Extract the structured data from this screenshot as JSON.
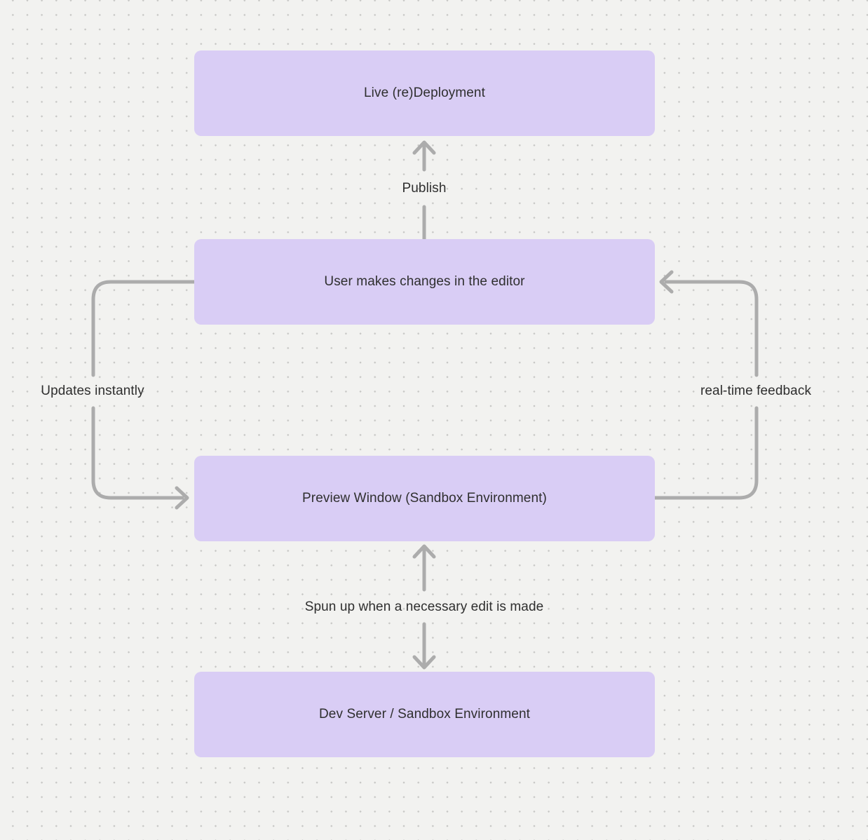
{
  "diagram": {
    "background": {
      "color": "#f2f2f0",
      "dot_color": "#c7c7c5"
    },
    "colors": {
      "node_fill": "#d9cdf5",
      "node_text": "#2f2f2f",
      "arrow": "#acacac",
      "label_text": "#2f2f2f"
    },
    "nodes": [
      {
        "id": "live-redeployment",
        "label": "Live (re)Deployment"
      },
      {
        "id": "user-editor-changes",
        "label": "User makes changes in the editor"
      },
      {
        "id": "preview-window",
        "label": "Preview Window (Sandbox Environment)"
      },
      {
        "id": "dev-server",
        "label": "Dev Server / Sandbox Environment"
      }
    ],
    "edges": [
      {
        "id": "publish",
        "label": "Publish",
        "from": "user-editor-changes",
        "to": "live-redeployment",
        "direction": "up"
      },
      {
        "id": "updates-instantly",
        "label": "Updates instantly",
        "from": "user-editor-changes",
        "to": "preview-window",
        "side": "left"
      },
      {
        "id": "real-time-feedback",
        "label": "real-time feedback",
        "from": "preview-window",
        "to": "user-editor-changes",
        "side": "right"
      },
      {
        "id": "spun-up",
        "label": "Spun up when a necessary edit is made",
        "from": "preview-window",
        "to": "dev-server",
        "direction": "both"
      }
    ]
  }
}
